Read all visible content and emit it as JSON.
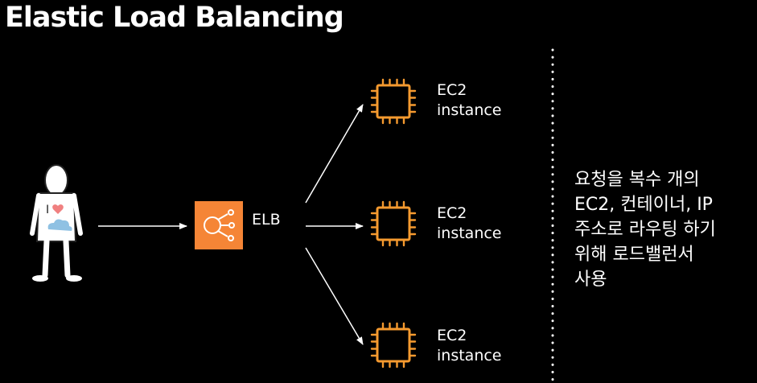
{
  "title": "Elastic Load Balancing",
  "user": {
    "icon": "user-love-icon",
    "shirt_text": "I"
  },
  "elb": {
    "label": "ELB",
    "icon": "elb-icon",
    "color": "#f58536"
  },
  "instances": [
    {
      "line1": "EC2",
      "line2": "instance",
      "icon": "ec2-chip-icon"
    },
    {
      "line1": "EC2",
      "line2": "instance",
      "icon": "ec2-chip-icon"
    },
    {
      "line1": "EC2",
      "line2": "instance",
      "icon": "ec2-chip-icon"
    }
  ],
  "chip_color": "#f59a2f",
  "note": {
    "lines": [
      "요청을 복수 개의",
      "EC2, 컨테이너, IP",
      "주소로 라우팅 하기",
      "위해 로드밸런서",
      "사용"
    ]
  }
}
